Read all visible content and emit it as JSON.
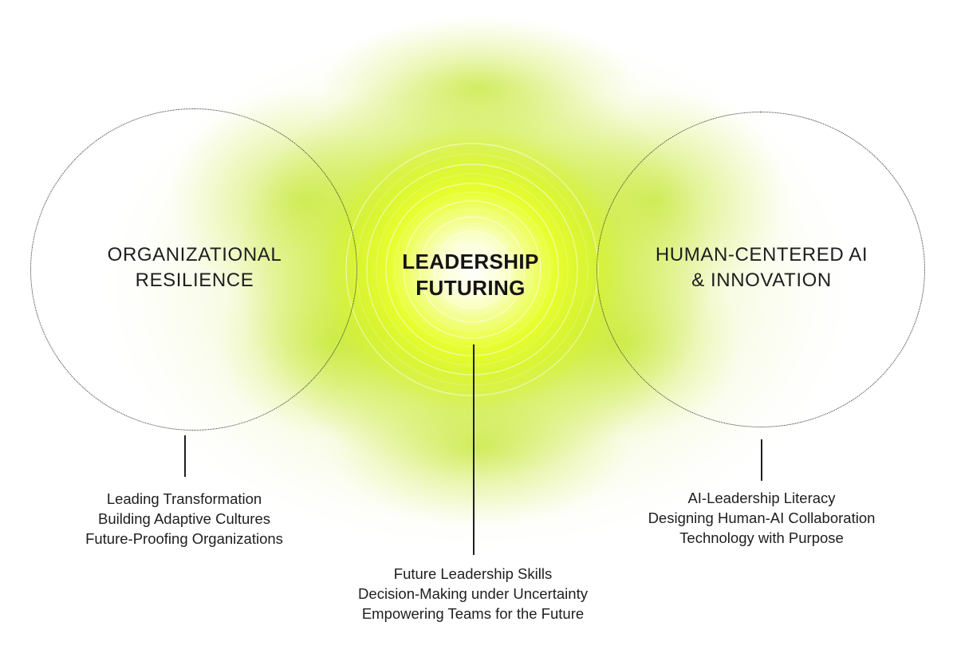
{
  "diagram": {
    "center": {
      "title_lines": [
        "LEADERSHIP",
        "FUTURING"
      ],
      "items": [
        "Future Leadership Skills",
        "Decision-Making under Uncertainty",
        "Empowering Teams for the Future"
      ]
    },
    "left": {
      "title_lines": [
        "ORGANIZATIONAL",
        "RESILIENCE"
      ],
      "items": [
        "Leading Transformation",
        "Building Adaptive Cultures",
        "Future-Proofing Organizations"
      ]
    },
    "right": {
      "title_lines": [
        "HUMAN-CENTERED AI",
        "& INNOVATION"
      ],
      "items": [
        "AI-Leadership Literacy",
        "Designing Human-AI Collaboration",
        "Technology with Purpose"
      ]
    }
  },
  "colors": {
    "splash_core": "#ffffff",
    "splash_inner": "#eaff2e",
    "splash_mid": "#c8ec1a",
    "splash_outer": "#d9f06a",
    "text": "#1e1e1e",
    "ring": "#2a2a2a"
  }
}
